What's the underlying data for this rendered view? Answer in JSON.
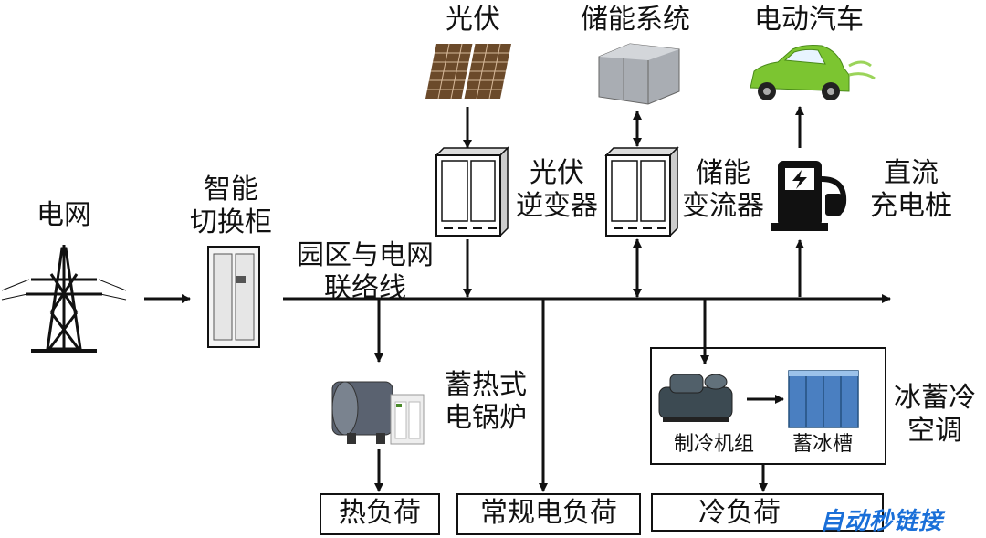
{
  "nodes": {
    "grid": "电网",
    "smart_switch": [
      "智能",
      "切换柜"
    ],
    "tie_line": [
      "园区与电网",
      "联络线"
    ],
    "pv": "光伏",
    "storage": "储能系统",
    "ev": "电动汽车",
    "pv_inverter": [
      "光伏",
      "逆变器"
    ],
    "storage_converter": [
      "储能",
      "变流器"
    ],
    "dc_charger": [
      "直流",
      "充电桩"
    ],
    "boiler": [
      "蓄热式",
      "电锅炉"
    ],
    "chiller": "制冷机组",
    "ice_tank": "蓄冰槽",
    "ice_ac": [
      "冰蓄冷",
      "空调"
    ]
  },
  "loads": {
    "heat": "热负荷",
    "normal": "常规电负荷",
    "cold": "冷负荷"
  },
  "watermark": "自动秒链接",
  "colors": {
    "line": "#111111",
    "solar_cell": "#6b4a2a",
    "storage_box": "#a9adb3",
    "ev_body": "#7cc531",
    "tank_blue": "#4a7fc1",
    "watermark": "#1a6fd8"
  }
}
